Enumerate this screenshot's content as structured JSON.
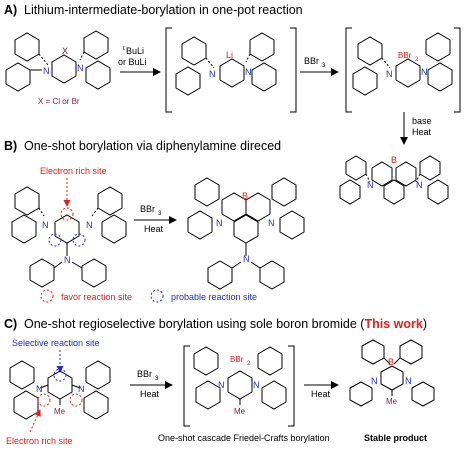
{
  "sections": {
    "a": {
      "label": "A)",
      "title": "Lithium-intermediate-borylation in one-pot reaction",
      "reagent1_sup": "t",
      "reagent1_main": "BuLi",
      "reagent2": "or BuLi",
      "substituent_x": "X",
      "x_note": "X = Cl or Br",
      "li_label": "Li",
      "bbr3": "BBr",
      "bbr3_sub": "3",
      "bbr2": "BBr",
      "bbr2_sub": "2",
      "step3_line1": "base",
      "step3_line2": "Heat"
    },
    "b": {
      "label": "B)",
      "title": "One-shot borylation via diphenylamine direced",
      "electron_rich": "Electron rich site",
      "bbr3": "BBr",
      "bbr3_sub": "3",
      "heat": "Heat",
      "legend_favor": "favor reaction site",
      "legend_probable": "probable reaction site"
    },
    "c": {
      "label": "C)",
      "title_main": "One-shot regioselective borylation using sole boron bromide (",
      "title_highlight": "This work",
      "title_end": ")",
      "selective_site": "Selective reaction site",
      "electron_rich": "Electron rich site",
      "bbr3": "BBr",
      "bbr3_sub": "3",
      "heat1": "Heat",
      "bbr2": "BBr",
      "bbr2_sub": "2",
      "heat2": "Heat",
      "me": "Me",
      "cascade_caption": "One-shot cascade Friedel-Crafts borylation",
      "stable_caption": "Stable product"
    },
    "atoms": {
      "n": "N",
      "b": "B"
    }
  },
  "colors": {
    "nitrogen": "#1f2bd6",
    "boron": "#e0201b",
    "bromide": "#e0201b",
    "lithium": "#e0201b",
    "halide": "#8b1a4e",
    "probable": "#1f2bd6",
    "favor": "#e0201b",
    "highlight": "#e0201b",
    "methyl": "#8b1a4e"
  }
}
